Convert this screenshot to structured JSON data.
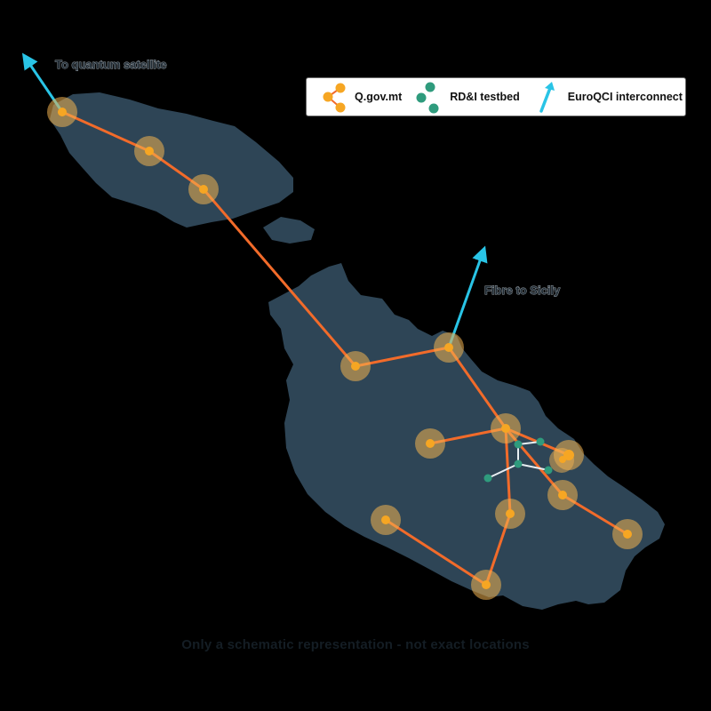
{
  "labels": {
    "satellite": "To quantum satellite",
    "sicily": "Fibre to Sicily"
  },
  "legend": {
    "items": [
      {
        "key": "qgov",
        "label": "Q.gov.mt",
        "icon": "share-nodes-icon",
        "color": "#f6a623"
      },
      {
        "key": "rdi",
        "label": "RD&I testbed",
        "icon": "testbed-nodes-icon",
        "color": "#2f9b7d"
      },
      {
        "key": "euroqci",
        "label": "EuroQCI interconnect",
        "icon": "arrow-up-right-icon",
        "color": "#29c4e6"
      }
    ]
  },
  "disclaimer": "Only a schematic representation - not exact locations",
  "colors": {
    "background": "#000000",
    "land": "#2e4556",
    "network_line": "#f26b2a",
    "node": "#f6a623",
    "node_halo": "#f2b250",
    "testbed": "#2f9b7d",
    "interconnect": "#29c4e6"
  }
}
